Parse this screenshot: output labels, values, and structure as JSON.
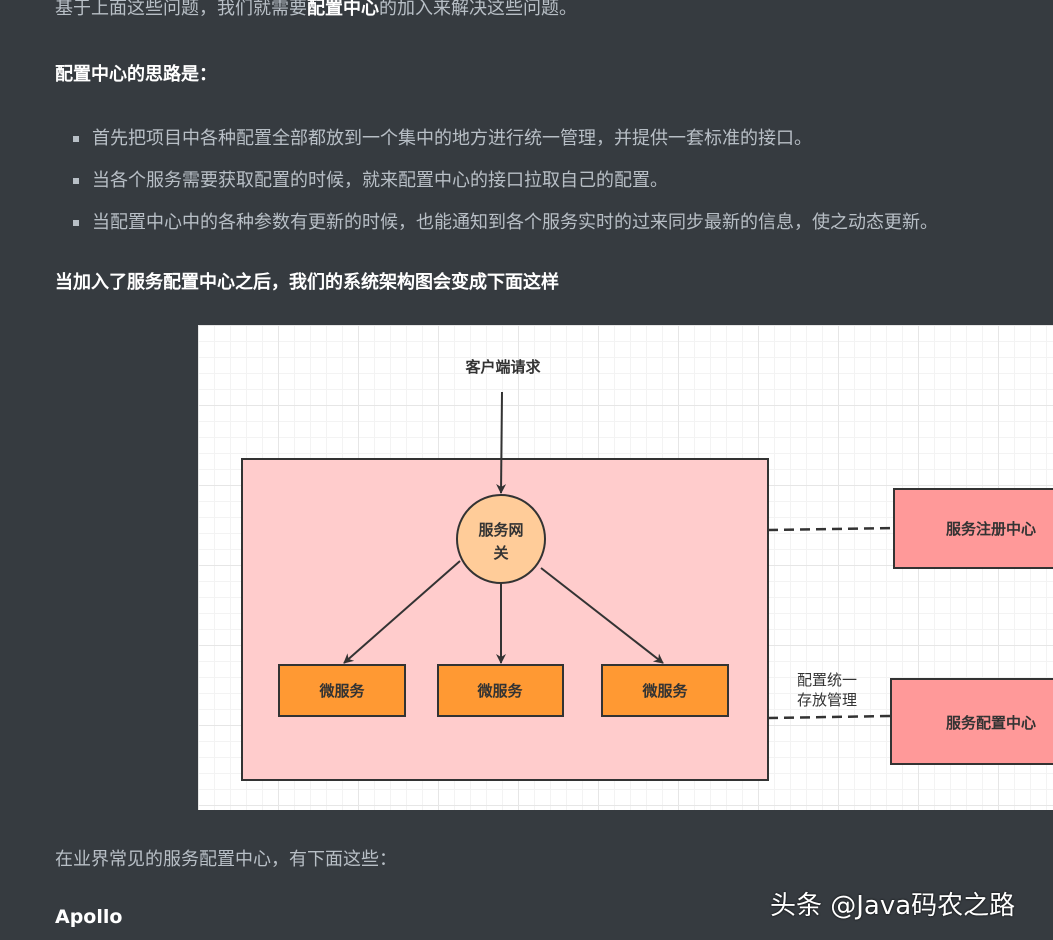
{
  "article": {
    "intro_prefix": "基于上面这些问题，我们就需要",
    "intro_bold": "配置中心",
    "intro_suffix": "的加入来解决这些问题。",
    "heading_1": "配置中心的思路是：",
    "bullets": [
      "首先把项目中各种配置全部都放到一个集中的地方进行统一管理，并提供一套标准的接口。",
      "当各个服务需要获取配置的时候，就来配置中心的接口拉取自己的配置。",
      "当配置中心中的各种参数有更新的时候，也能通知到各个服务实时的过来同步最新的信息，使之动态更新。"
    ],
    "heading_2": "当加入了服务配置中心之后，我们的系统架构图会变成下面这样",
    "outro": "在业界常见的服务配置中心，有下面这些：",
    "apollo": "Apollo"
  },
  "diagram": {
    "client_request": "客户端请求",
    "gateway_line1": "服务网",
    "gateway_line2": "关",
    "microservice_1": "微服务",
    "microservice_2": "微服务",
    "microservice_3": "微服务",
    "registry": "服务注册中心",
    "config_center": "服务配置中心",
    "edge_label_line1": "配置统一",
    "edge_label_line2": "存放管理",
    "colors": {
      "container_fill": "#ffcccc",
      "gateway_fill": "#ffcc99",
      "microservice_fill": "#ff9933",
      "side_box_fill": "#ff9999",
      "stroke": "#333333"
    }
  },
  "watermark": "头条 @Java码农之路"
}
